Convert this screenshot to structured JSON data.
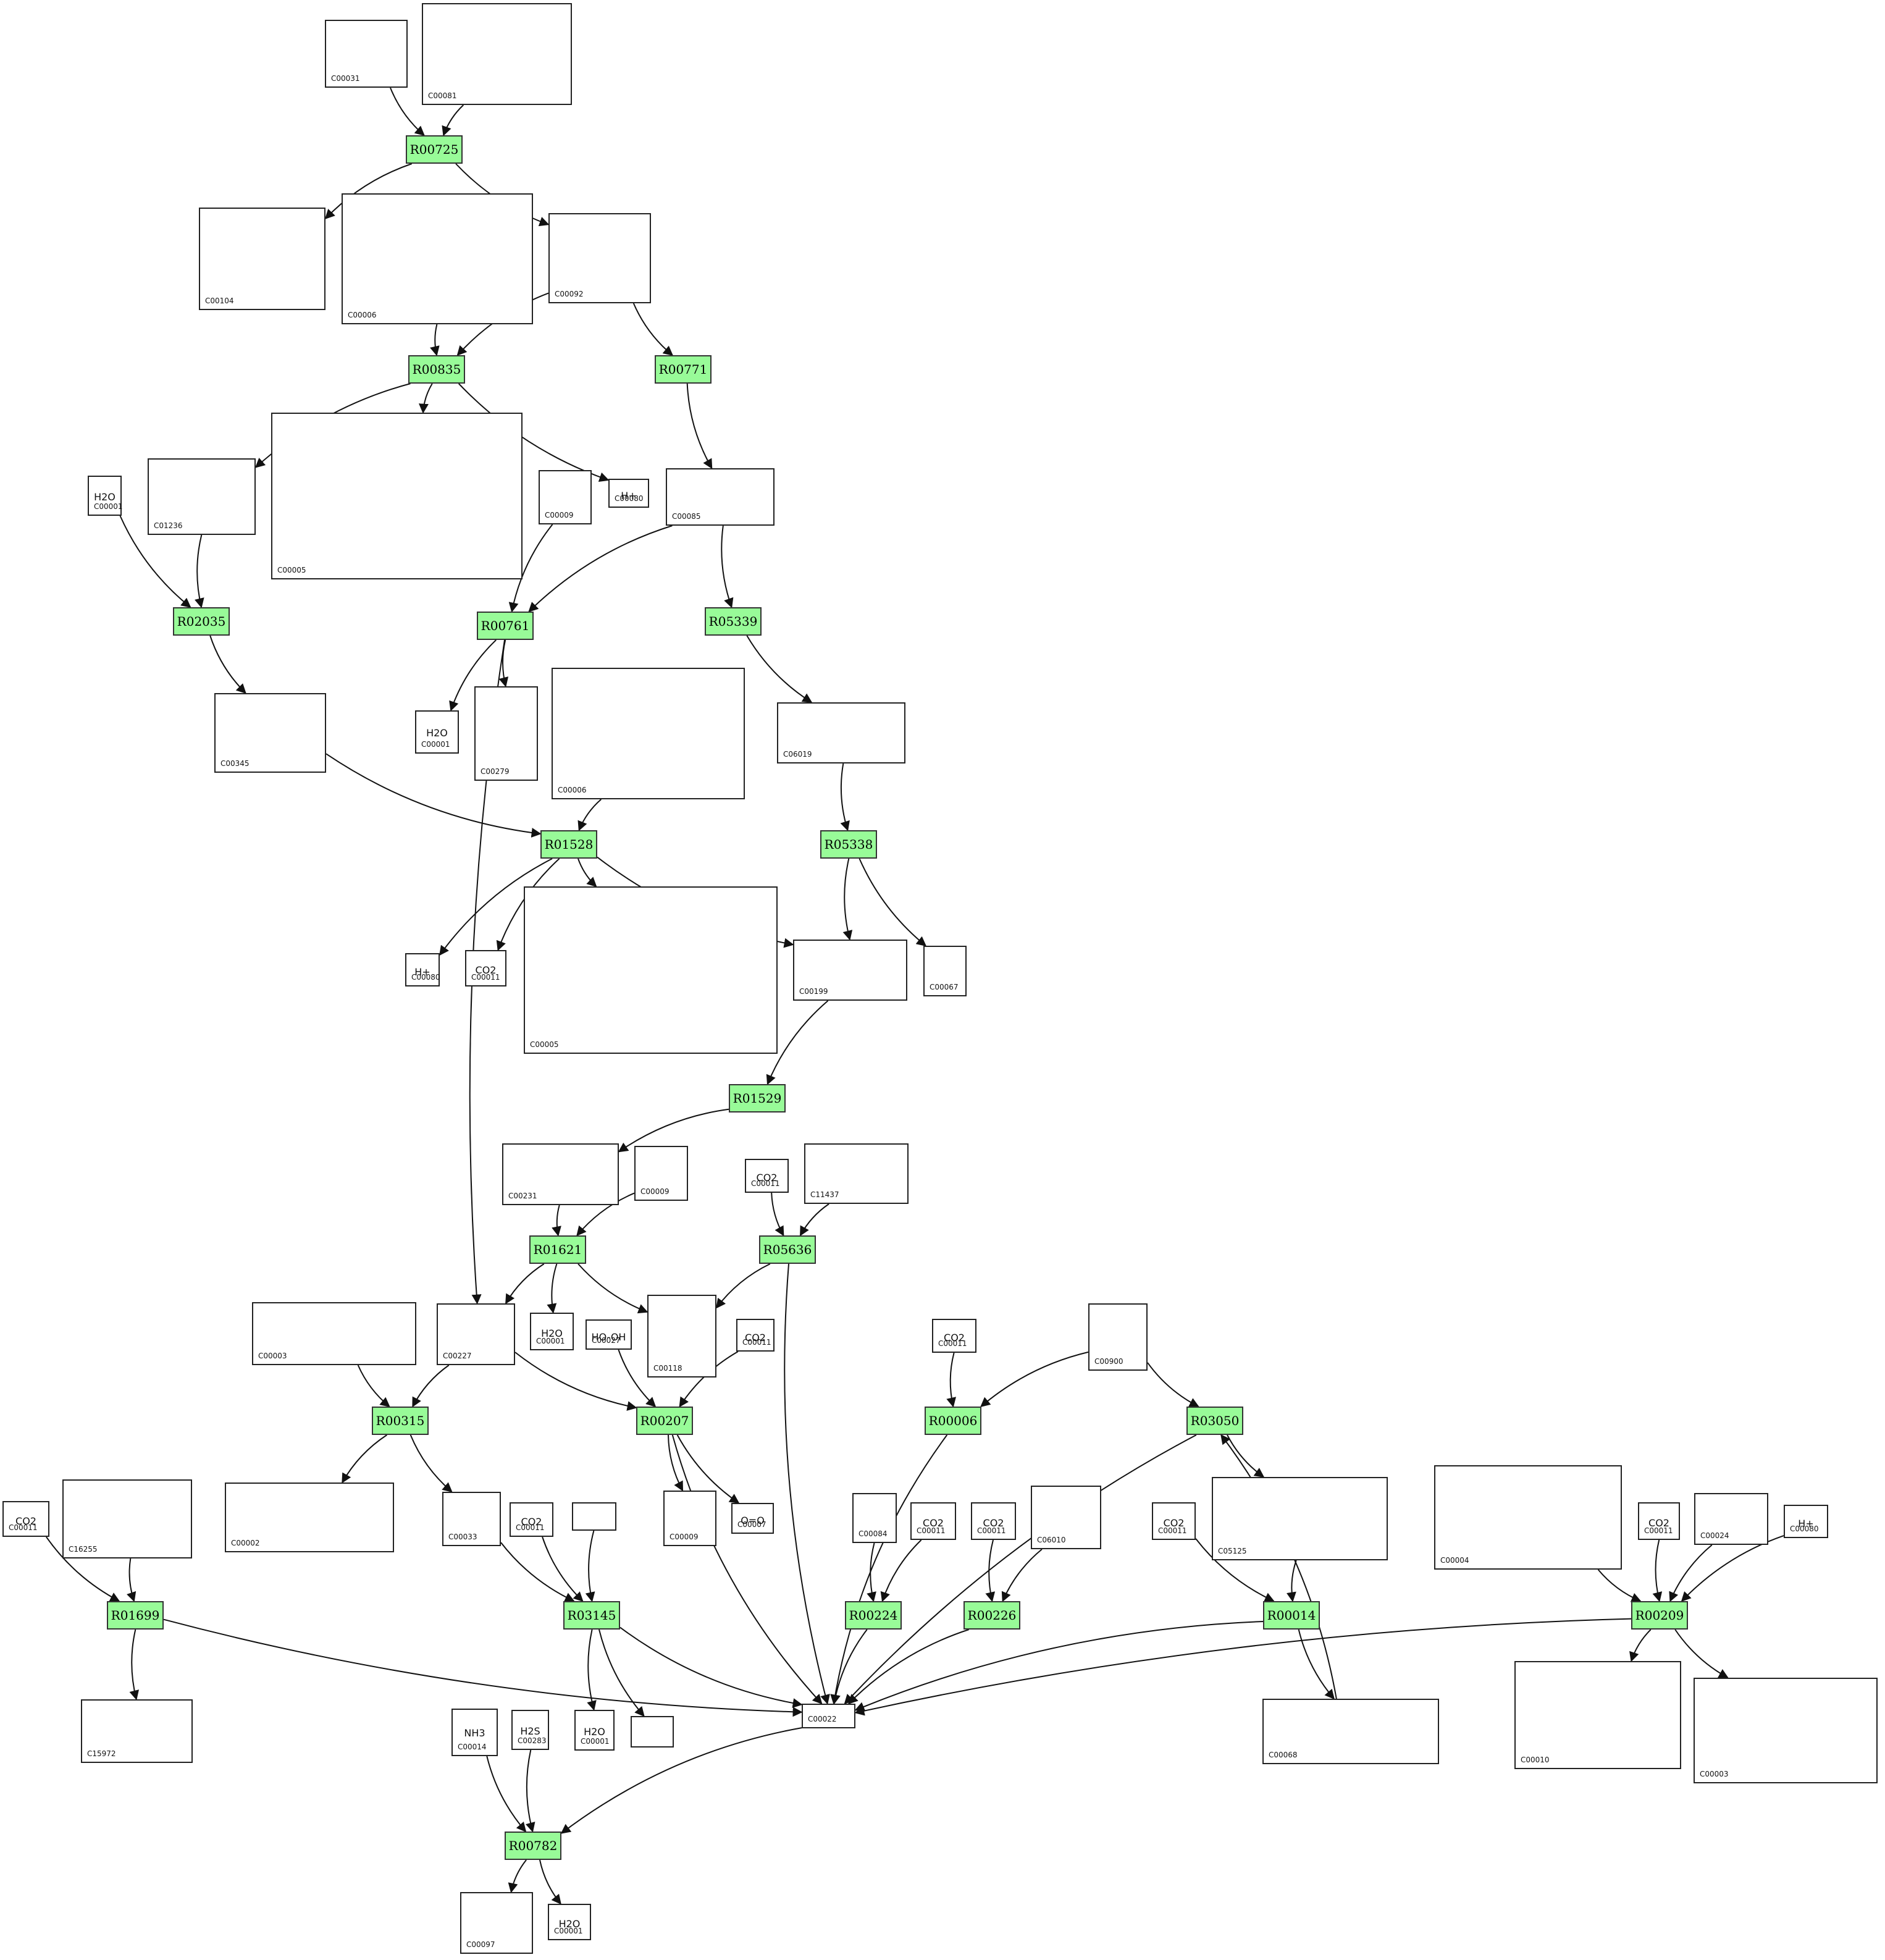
{
  "reactions": [
    "R00725",
    "R00835",
    "R00771",
    "R02035",
    "R00761",
    "R05339",
    "R01528",
    "R05338",
    "R01529",
    "R01621",
    "R05636",
    "R00315",
    "R00207",
    "R00006",
    "R03050",
    "R01699",
    "R03145",
    "R00224",
    "R00226",
    "R00014",
    "R00209",
    "R00782"
  ],
  "compounds": [
    {
      "id": "c1",
      "label": "C00031"
    },
    {
      "id": "c2",
      "label": "C00081"
    },
    {
      "id": "c3",
      "label": "C00104"
    },
    {
      "id": "c4",
      "label": "C00006"
    },
    {
      "id": "c5",
      "label": "C00092"
    },
    {
      "id": "c6",
      "label": "C00001",
      "formula": "H2O"
    },
    {
      "id": "c7",
      "label": "C01236"
    },
    {
      "id": "c8",
      "label": "C00005"
    },
    {
      "id": "c9",
      "label": "C00009"
    },
    {
      "id": "c10",
      "label": "C00080",
      "formula": "H+"
    },
    {
      "id": "c11",
      "label": "C00085"
    },
    {
      "id": "c12",
      "label": "C00345"
    },
    {
      "id": "c13",
      "label": "C00001",
      "formula": "H2O"
    },
    {
      "id": "c14",
      "label": "C00279"
    },
    {
      "id": "c15",
      "label": "C00006"
    },
    {
      "id": "c16",
      "label": "C06019"
    },
    {
      "id": "c17",
      "label": "C00080",
      "formula": "H+"
    },
    {
      "id": "c18",
      "label": "C00011",
      "formula": "CO2"
    },
    {
      "id": "c19",
      "label": "C00005"
    },
    {
      "id": "c20",
      "label": "C00199"
    },
    {
      "id": "c21",
      "label": "C00067"
    },
    {
      "id": "c22",
      "label": "C00231"
    },
    {
      "id": "c23",
      "label": "C00009"
    },
    {
      "id": "c24",
      "label": "C00011",
      "formula": "CO2"
    },
    {
      "id": "c25",
      "label": "C11437"
    },
    {
      "id": "c26",
      "label": "C00003"
    },
    {
      "id": "c27",
      "label": "C00227"
    },
    {
      "id": "c28",
      "label": "C00001",
      "formula": "H2O"
    },
    {
      "id": "c29",
      "label": "C00027",
      "formula": "HO-OH"
    },
    {
      "id": "c30",
      "label": "C00118"
    },
    {
      "id": "c31",
      "label": "C00011",
      "formula": "CO2"
    },
    {
      "id": "c32",
      "label": "C00011",
      "formula": "CO2"
    },
    {
      "id": "c33",
      "label": "C00900"
    },
    {
      "id": "c34",
      "label": "C00011",
      "formula": "CO2"
    },
    {
      "id": "c35",
      "label": "C16255"
    },
    {
      "id": "c36",
      "label": "C00002"
    },
    {
      "id": "c37",
      "label": "C00033"
    },
    {
      "id": "c38",
      "label": "C00011",
      "formula": "CO2"
    },
    {
      "id": "c39",
      "label": ""
    },
    {
      "id": "c40",
      "label": "C00009"
    },
    {
      "id": "c41",
      "label": "C00007",
      "formula": "O=O"
    },
    {
      "id": "c42",
      "label": "C00084"
    },
    {
      "id": "c43",
      "label": "C00011",
      "formula": "CO2"
    },
    {
      "id": "c44",
      "label": "C00011",
      "formula": "CO2"
    },
    {
      "id": "c45",
      "label": "C06010"
    },
    {
      "id": "c46",
      "label": "C00011",
      "formula": "CO2"
    },
    {
      "id": "c47",
      "label": "C05125"
    },
    {
      "id": "c48",
      "label": "C00004"
    },
    {
      "id": "c49",
      "label": "C00011",
      "formula": "CO2"
    },
    {
      "id": "c50",
      "label": "C00024"
    },
    {
      "id": "c51",
      "label": "C00080",
      "formula": "H+"
    },
    {
      "id": "c52",
      "label": "C15972"
    },
    {
      "id": "c53",
      "label": "C00001",
      "formula": "H2O"
    },
    {
      "id": "c54",
      "label": ""
    },
    {
      "id": "c55",
      "label": "C00022"
    },
    {
      "id": "c56",
      "label": "C00068"
    },
    {
      "id": "c57",
      "label": "C00010"
    },
    {
      "id": "c58",
      "label": "C00003"
    },
    {
      "id": "c59",
      "label": "C00014",
      "formula": "NH3"
    },
    {
      "id": "c60",
      "label": "C00283",
      "formula": "H2S"
    },
    {
      "id": "c61",
      "label": "C00097"
    },
    {
      "id": "c62",
      "label": "C00001",
      "formula": "H2O"
    }
  ]
}
